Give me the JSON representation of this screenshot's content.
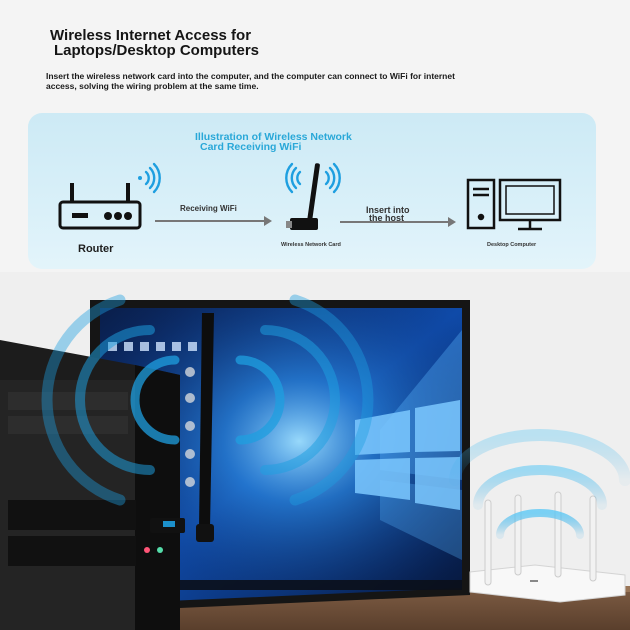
{
  "header": {
    "title_line1": "Wireless Internet Access for",
    "title_line2": "Laptops/Desktop Computers",
    "description": "Insert the wireless network card into the computer, and the computer can connect to WiFi for internet access, solving the wiring problem at the same time."
  },
  "illustration": {
    "title_line1": "Illustration of Wireless Network",
    "title_line2": "Card Receiving WiFi",
    "router_label": "Router",
    "arrow1_label": "Receiving WiFi",
    "card_label": "Wireless Network Card",
    "arrow2_line1": "Insert into",
    "arrow2_line2": "the host",
    "pc_label": "Desktop Computer"
  },
  "colors": {
    "accent": "#2aa8d8",
    "panel": "#d4eef8",
    "wifi_wave": "#1e9fe0"
  },
  "icons": [
    "router-icon",
    "wifi-signal-icon",
    "usb-wifi-adapter-icon",
    "desktop-computer-icon",
    "windows-logo-icon"
  ]
}
